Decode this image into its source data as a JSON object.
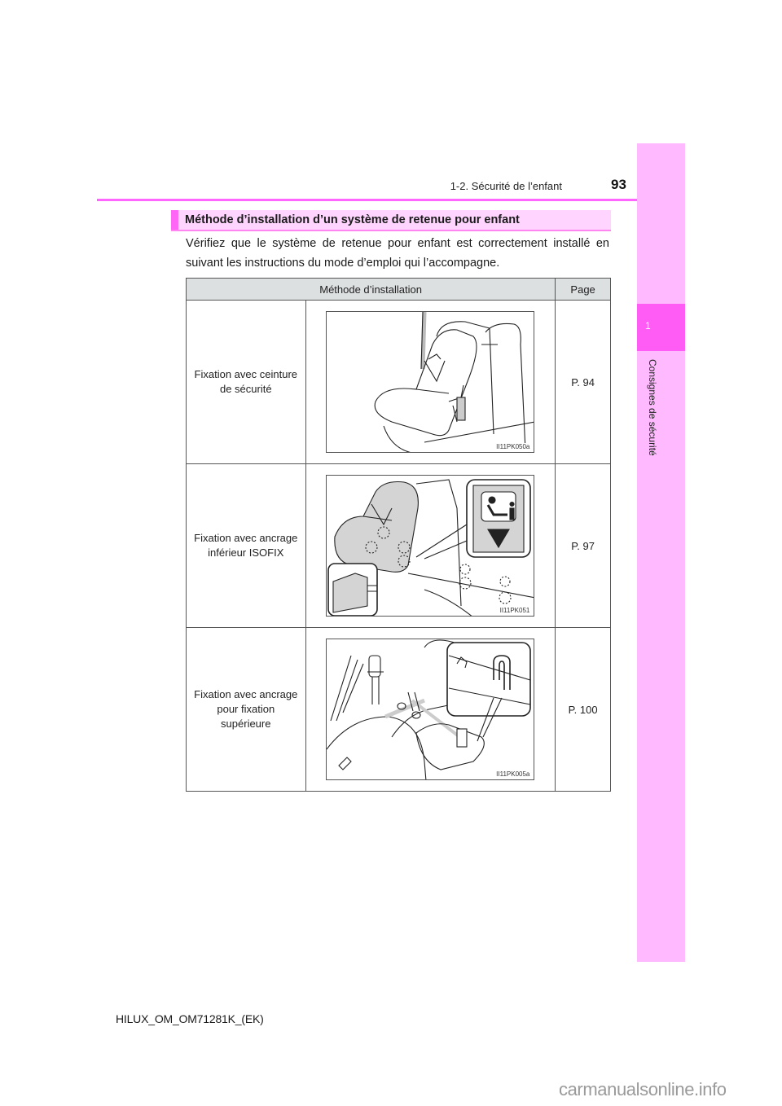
{
  "header": {
    "section": "1-2. Sécurité de l’enfant",
    "page_number": "93"
  },
  "side_tab": {
    "chapter_number": "1",
    "chapter_title": "Consignes de sécurité",
    "colors": {
      "tab": "#ffb9ff",
      "chapter": "#ff5cf6"
    }
  },
  "section": {
    "title": "Méthode d’installation d’un système de retenue pour enfant",
    "intro": "Vérifiez que le système de retenue pour enfant est correctement installé en suivant les instructions du mode d’emploi qui l’accompagne."
  },
  "table": {
    "headers": {
      "method": "Méthode d’installation",
      "page": "Page"
    },
    "rows": [
      {
        "method": "Fixation avec ceinture de sécurité",
        "figure_code": "II11PK050a",
        "figure": "child-seat-seatbelt-illustration",
        "page": "P. 94"
      },
      {
        "method": "Fixation avec ancrage inférieur ISOFIX",
        "figure_code": "II11PK051",
        "figure": "child-seat-isofix-illustration",
        "page": "P. 97"
      },
      {
        "method": "Fixation avec ancrage pour fixation supérieure",
        "figure_code": "II11PK005a",
        "figure": "top-tether-anchor-illustration",
        "page": "P. 100"
      }
    ]
  },
  "footer": {
    "model_code": "HILUX_OM_OM71281K_(EK)",
    "watermark": "carmanualsonline.info"
  },
  "colors": {
    "accent": "#ff66ff",
    "section_bg": "#ffd5ff",
    "table_header_bg": "#dde0e1"
  }
}
